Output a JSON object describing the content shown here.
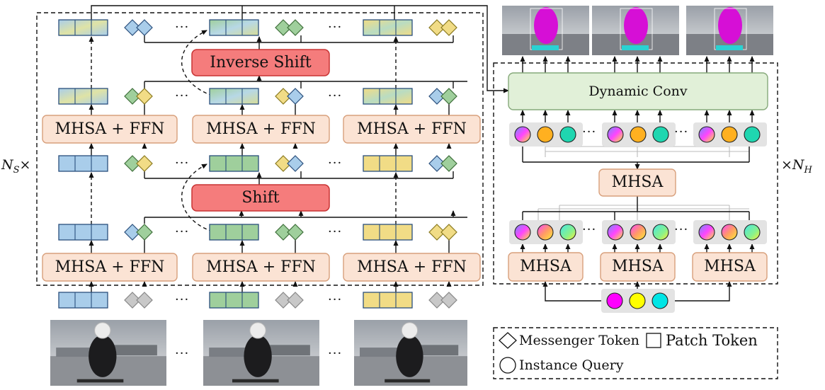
{
  "labels": {
    "mhsa_ffn": "MHSA + FFN",
    "shift": "Shift",
    "inverse_shift": "Inverse Shift",
    "dynamic_conv": "Dynamic Conv",
    "mhsa": "MHSA",
    "ellipsis": "···",
    "ns_var": "N",
    "ns_sub": "S",
    "ns_times": "×",
    "nh_times": "×",
    "nh_var": "N",
    "nh_sub": "H"
  },
  "legend": {
    "messenger_token": "Messenger Token",
    "patch_token": "Patch Token",
    "instance_query": "Instance Query"
  },
  "colors": {
    "blue": "#a9cdea",
    "green": "#9fcf9c",
    "yellow": "#f1dc86",
    "gray": "#c8c8c8",
    "orange_box": "#fbe3d4",
    "orange_border": "#d8a07c",
    "red_box": "#f57c7c",
    "red_border": "#c83434",
    "green_box": "#e1f0d8",
    "green_border": "#86a97a",
    "query_magenta": "#ff00ff",
    "query_yellow": "#ffff00",
    "query_cyan": "#00e5e5"
  },
  "images": {
    "input_frames": [
      "skateboarder-frame-1",
      "skateboarder-frame-2",
      "skateboarder-frame-3"
    ],
    "output_frames": [
      "segmentation-result-1",
      "segmentation-result-2",
      "segmentation-result-3"
    ]
  }
}
